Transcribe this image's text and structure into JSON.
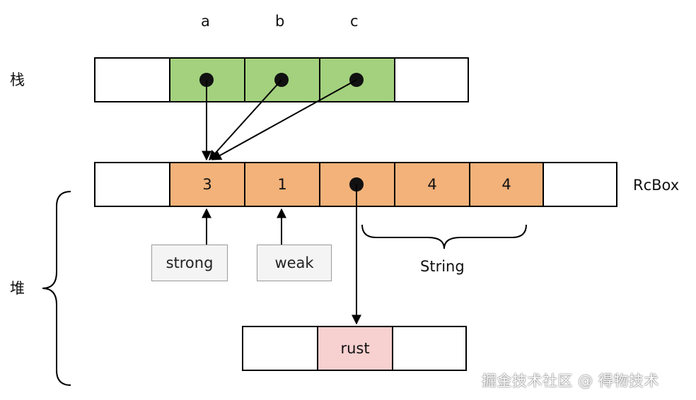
{
  "stack": {
    "label": "栈",
    "var_labels": [
      "a",
      "b",
      "c"
    ]
  },
  "heap": {
    "label": "堆",
    "rcbox": {
      "label": "RcBox",
      "strong_count": "3",
      "weak_count": "1",
      "string_len": "4",
      "string_cap": "4"
    },
    "strong_tag": "strong",
    "weak_tag": "weak",
    "string_label": "String",
    "rust_cell": "rust"
  },
  "watermark": "掘金技术社区 @ 得物技术",
  "colors": {
    "stack_fill": "#a3d17e",
    "rcbox_fill": "#f2b27a",
    "string_data_fill": "#f7d0d0",
    "tag_fill": "#f4f4f4"
  }
}
